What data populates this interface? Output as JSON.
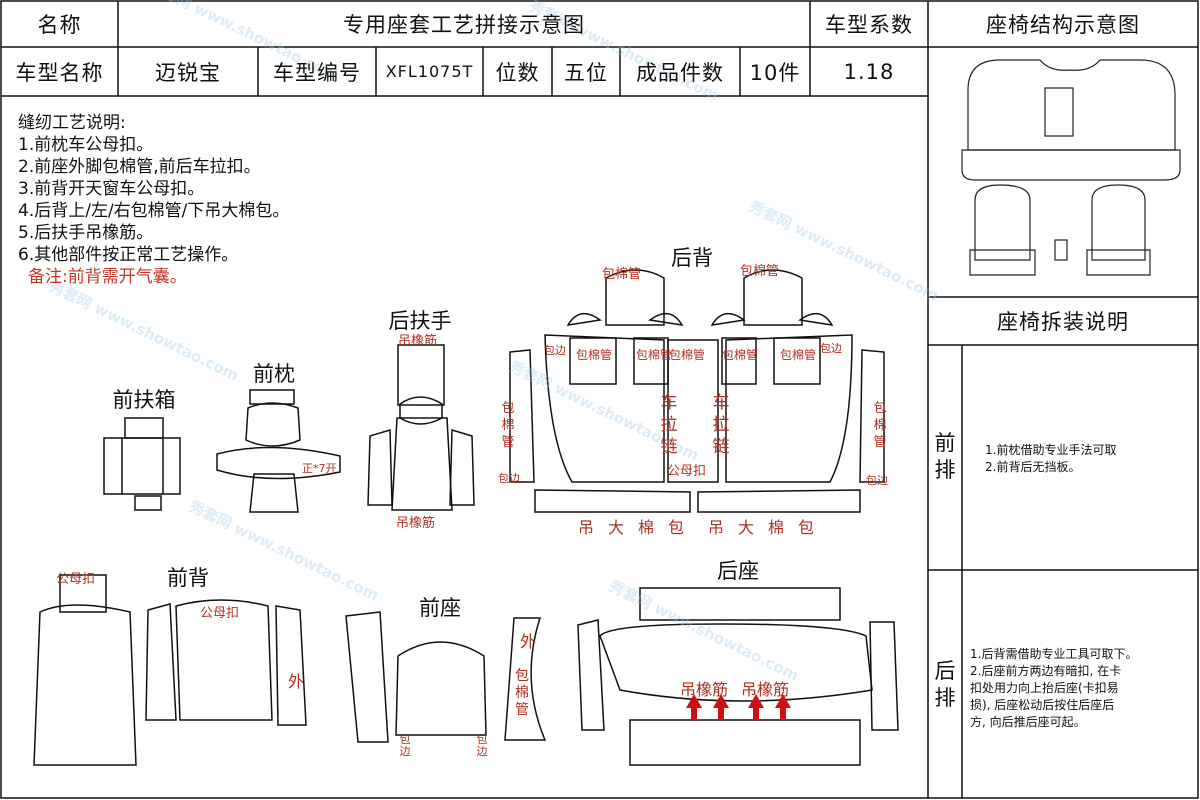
{
  "header": {
    "name_label": "名称",
    "title": "专用座套工艺拼接示意图",
    "coef_label": "车型系数",
    "structure_label": "座椅结构示意图"
  },
  "info": {
    "model_name_label": "车型名称",
    "model_name": "迈锐宝",
    "model_code_label": "车型编号",
    "model_code": "XFL1075T",
    "seats_label": "位数",
    "seats": "五位",
    "pieces_label": "成品件数",
    "pieces": "10件",
    "coef": "1.18"
  },
  "notes": {
    "title": "缝纫工艺说明:",
    "items": [
      "1.前枕车公母扣。",
      "2.前座外脚包棉管,前后车拉扣。",
      "3.前背开天窗车公母扣。",
      "4.后背上/左/右包棉管/下吊大棉包。",
      "5.后扶手吊橡筋。",
      "6.其他部件按正常工艺操作。"
    ],
    "remark": "备注:前背需开气囊。"
  },
  "disassembly": {
    "title": "座椅拆装说明",
    "front_row_label": "前排",
    "front_row_text": [
      "1.前枕借助专业手法可取",
      "2.前背后无挡板。"
    ],
    "rear_row_label": "后排",
    "rear_row_text": [
      "1.后背需借助专业工具可取下。",
      "2.后座前方两边有暗扣, 在卡",
      "扣处用力向上抬后座(卡扣易",
      "损), 后座松动后按住后座后",
      "方, 向后推后座可起。"
    ]
  },
  "parts": {
    "front_armrest_box": "前扶箱",
    "front_headrest": "前枕",
    "rear_armrest": "后扶手",
    "rear_back": "后背",
    "front_back": "前背",
    "front_seat": "前座",
    "rear_seat": "后座"
  },
  "annotations": {
    "pad_tube": "包棉管",
    "pad_tube_short": "包",
    "pad_edge": "包边",
    "hang_rubber": "吊橡筋",
    "zipper": "车拉链",
    "male_female": "公母扣",
    "hang_cotton": "吊大棉包",
    "front7": "正*7开",
    "outer": "外",
    "tube": "棉管"
  },
  "watermark": "秀套网 www.showtao.com"
}
